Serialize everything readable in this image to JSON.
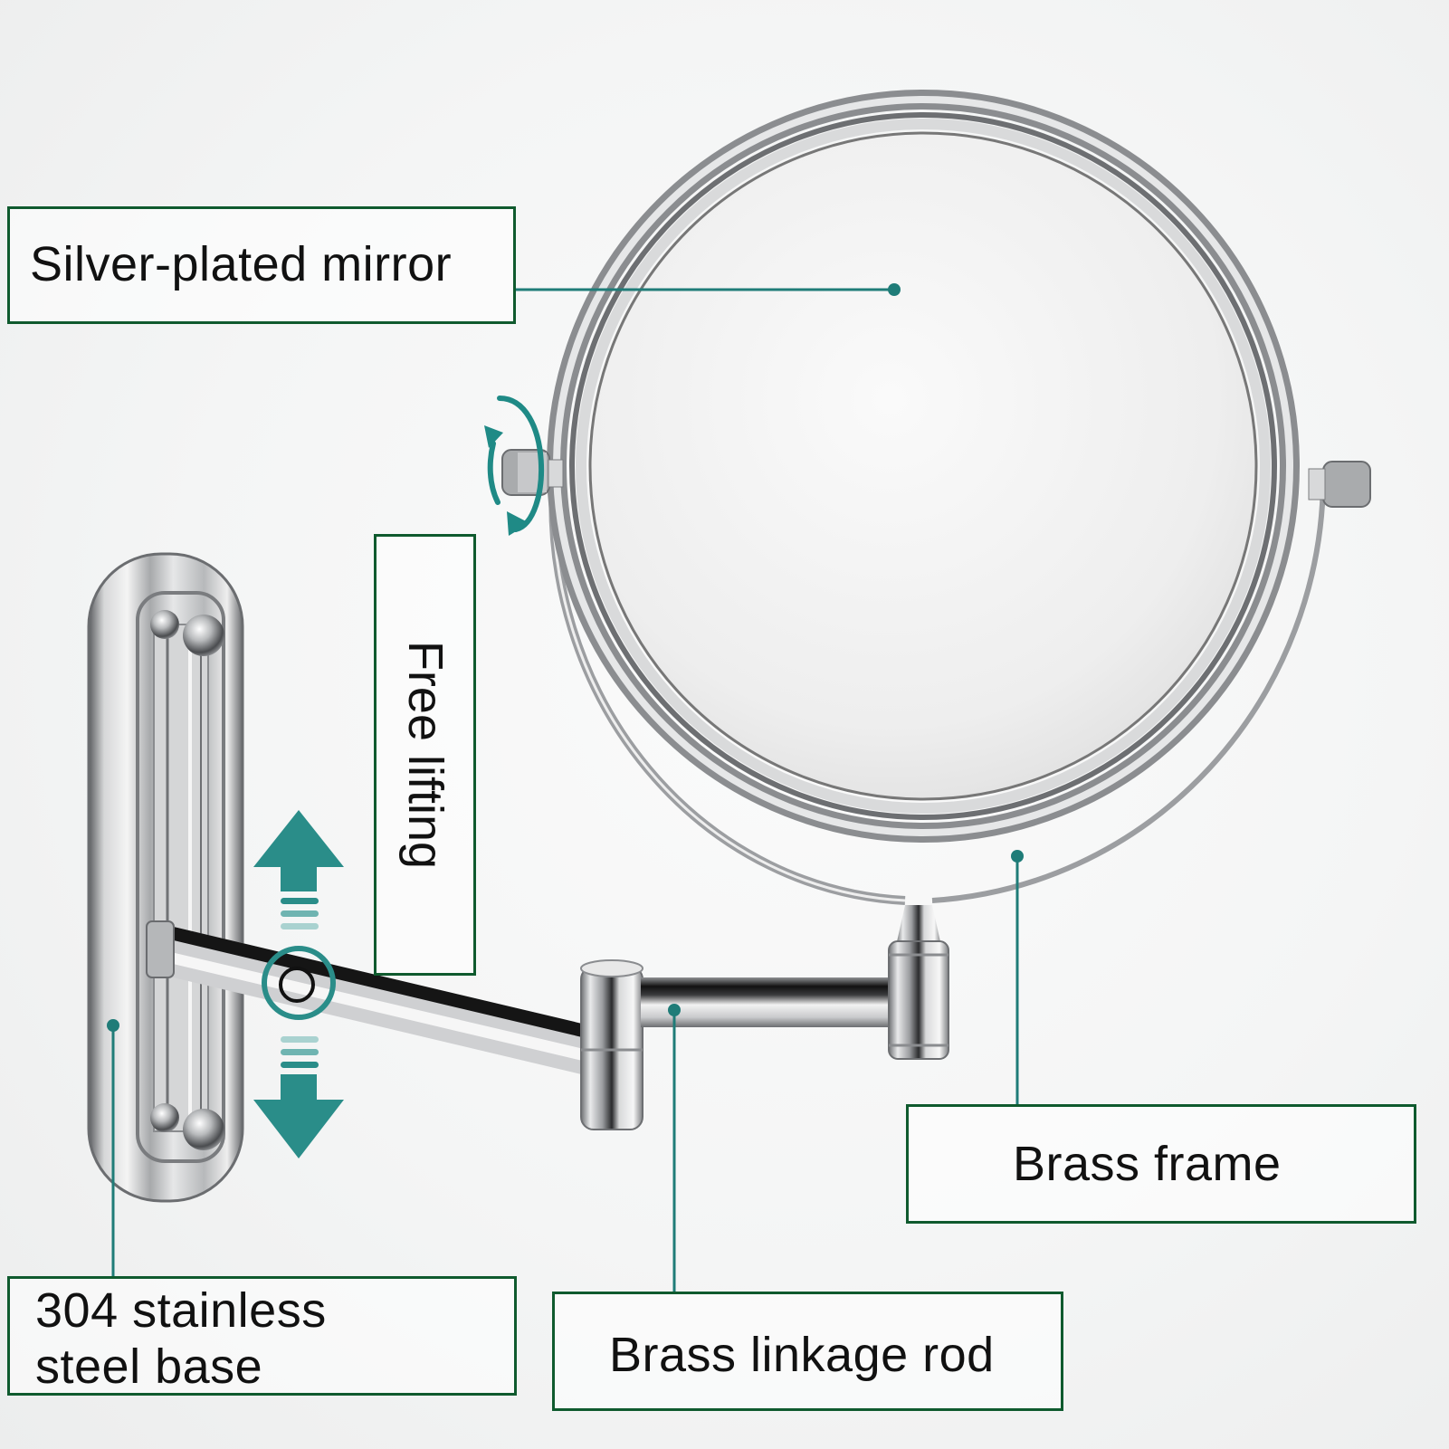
{
  "diagram": {
    "subject": "Wall-mounted folding magnifying mirror",
    "accent_color": "#1f8a86",
    "box_border_color": "#0f5a2e",
    "labels": {
      "mirror": "Silver-plated mirror",
      "lifting": "Free lifting",
      "frame": "Brass frame",
      "rod": "Brass linkage rod",
      "base_line1": "304 stainless",
      "base_line2": "steel base"
    },
    "icons": {
      "rotate": "rotate-arrows-icon",
      "lift_up": "arrow-up-icon",
      "lift_down": "arrow-down-icon",
      "pivot": "pivot-circle-icon"
    }
  }
}
